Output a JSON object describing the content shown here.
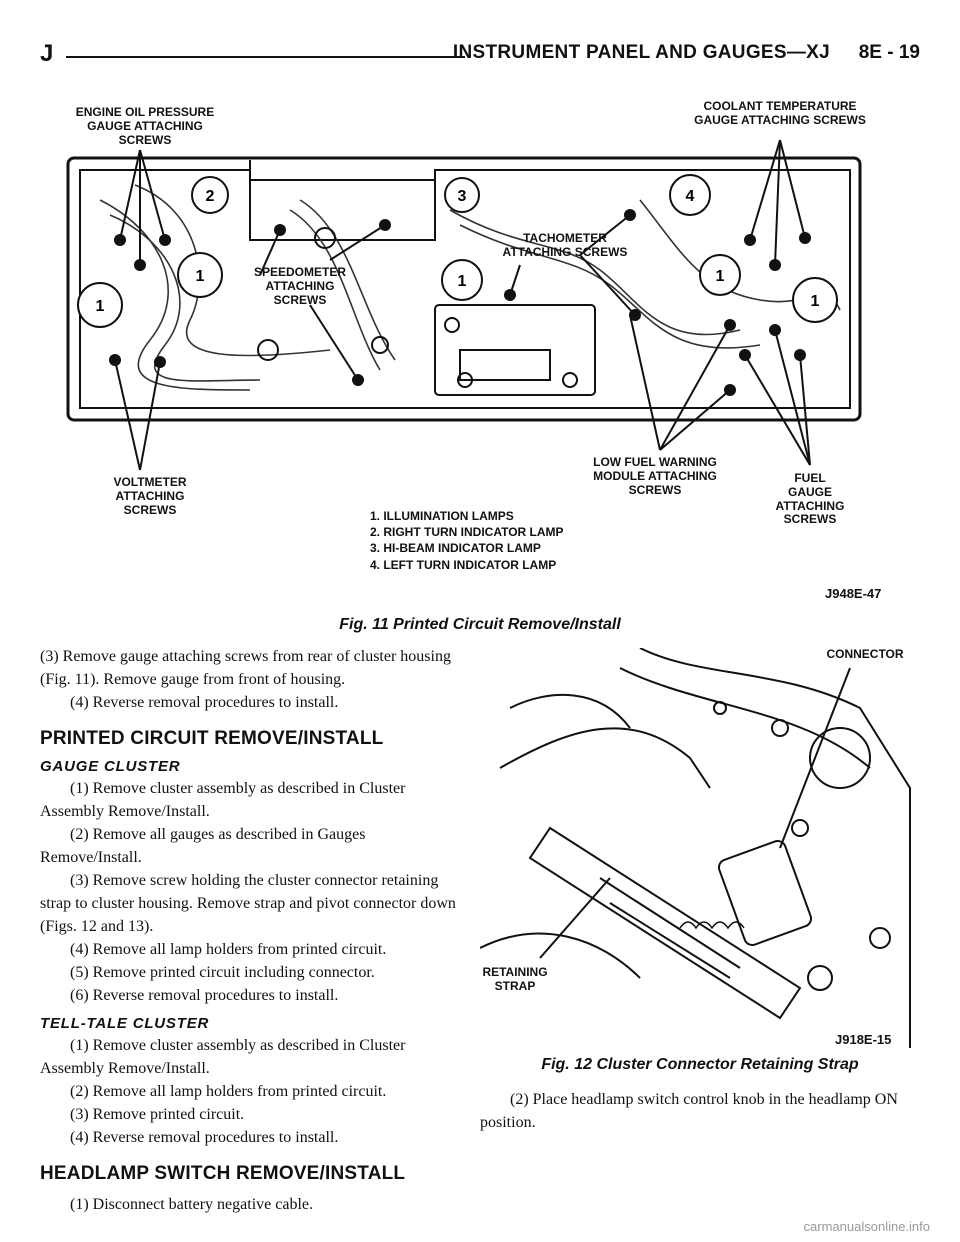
{
  "header": {
    "letter": "J",
    "section": "INSTRUMENT PANEL AND GAUGES—XJ",
    "page": "8E - 19"
  },
  "figure11": {
    "labels": {
      "oil": "ENGINE OIL PRESSURE\nGAUGE ATTACHING\nSCREWS",
      "coolant": "COOLANT TEMPERATURE\nGAUGE ATTACHING SCREWS",
      "speedo": "SPEEDOMETER\nATTACHING\nSCREWS",
      "tach": "TACHOMETER\nATTACHING SCREWS",
      "volt": "VOLTMETER\nATTACHING\nSCREWS",
      "lowfuel": "LOW FUEL WARNING\nMODULE ATTACHING\nSCREWS",
      "fuel": "FUEL\nGAUGE\nATTACHING\nSCREWS"
    },
    "lamp_numbers": [
      "1",
      "2",
      "3",
      "4"
    ],
    "legend": [
      "1. ILLUMINATION LAMPS",
      "2. RIGHT TURN INDICATOR LAMP",
      "3. HI-BEAM INDICATOR LAMP",
      "4. LEFT TURN INDICATOR LAMP"
    ],
    "id": "J948E-47",
    "caption": "Fig. 11 Printed Circuit Remove/Install"
  },
  "figure12": {
    "labels": {
      "connector": "CONNECTOR",
      "strap": "RETAINING\nSTRAP"
    },
    "id": "J918E-15",
    "caption": "Fig. 12 Cluster Connector Retaining Strap"
  },
  "left": {
    "p1": "(3) Remove gauge attaching screws from rear of cluster housing (Fig. 11). Remove gauge from front of housing.",
    "p2": "(4) Reverse removal procedures to install.",
    "h_pc": "PRINTED CIRCUIT REMOVE/INSTALL",
    "h_gc": "GAUGE CLUSTER",
    "gc": [
      "(1) Remove cluster assembly as described in Cluster Assembly Remove/Install.",
      "(2) Remove all gauges as described in Gauges Remove/Install.",
      "(3) Remove screw holding the cluster connector retaining strap to cluster housing. Remove strap and pivot connector down (Figs. 12 and 13).",
      "(4) Remove all lamp holders from printed circuit.",
      "(5) Remove printed circuit including connector.",
      "(6) Reverse removal procedures to install."
    ],
    "h_tt": "TELL-TALE CLUSTER",
    "tt": [
      "(1) Remove cluster assembly as described in Cluster Assembly Remove/Install.",
      "(2) Remove all lamp holders from printed circuit.",
      "(3) Remove printed circuit.",
      "(4) Reverse removal procedures to install."
    ],
    "h_hs": "HEADLAMP SWITCH REMOVE/INSTALL",
    "hs": "(1) Disconnect battery negative cable."
  },
  "right": {
    "p1": "(2) Place headlamp switch control knob in the headlamp ON position."
  },
  "watermark": "carmanualsonline.info"
}
